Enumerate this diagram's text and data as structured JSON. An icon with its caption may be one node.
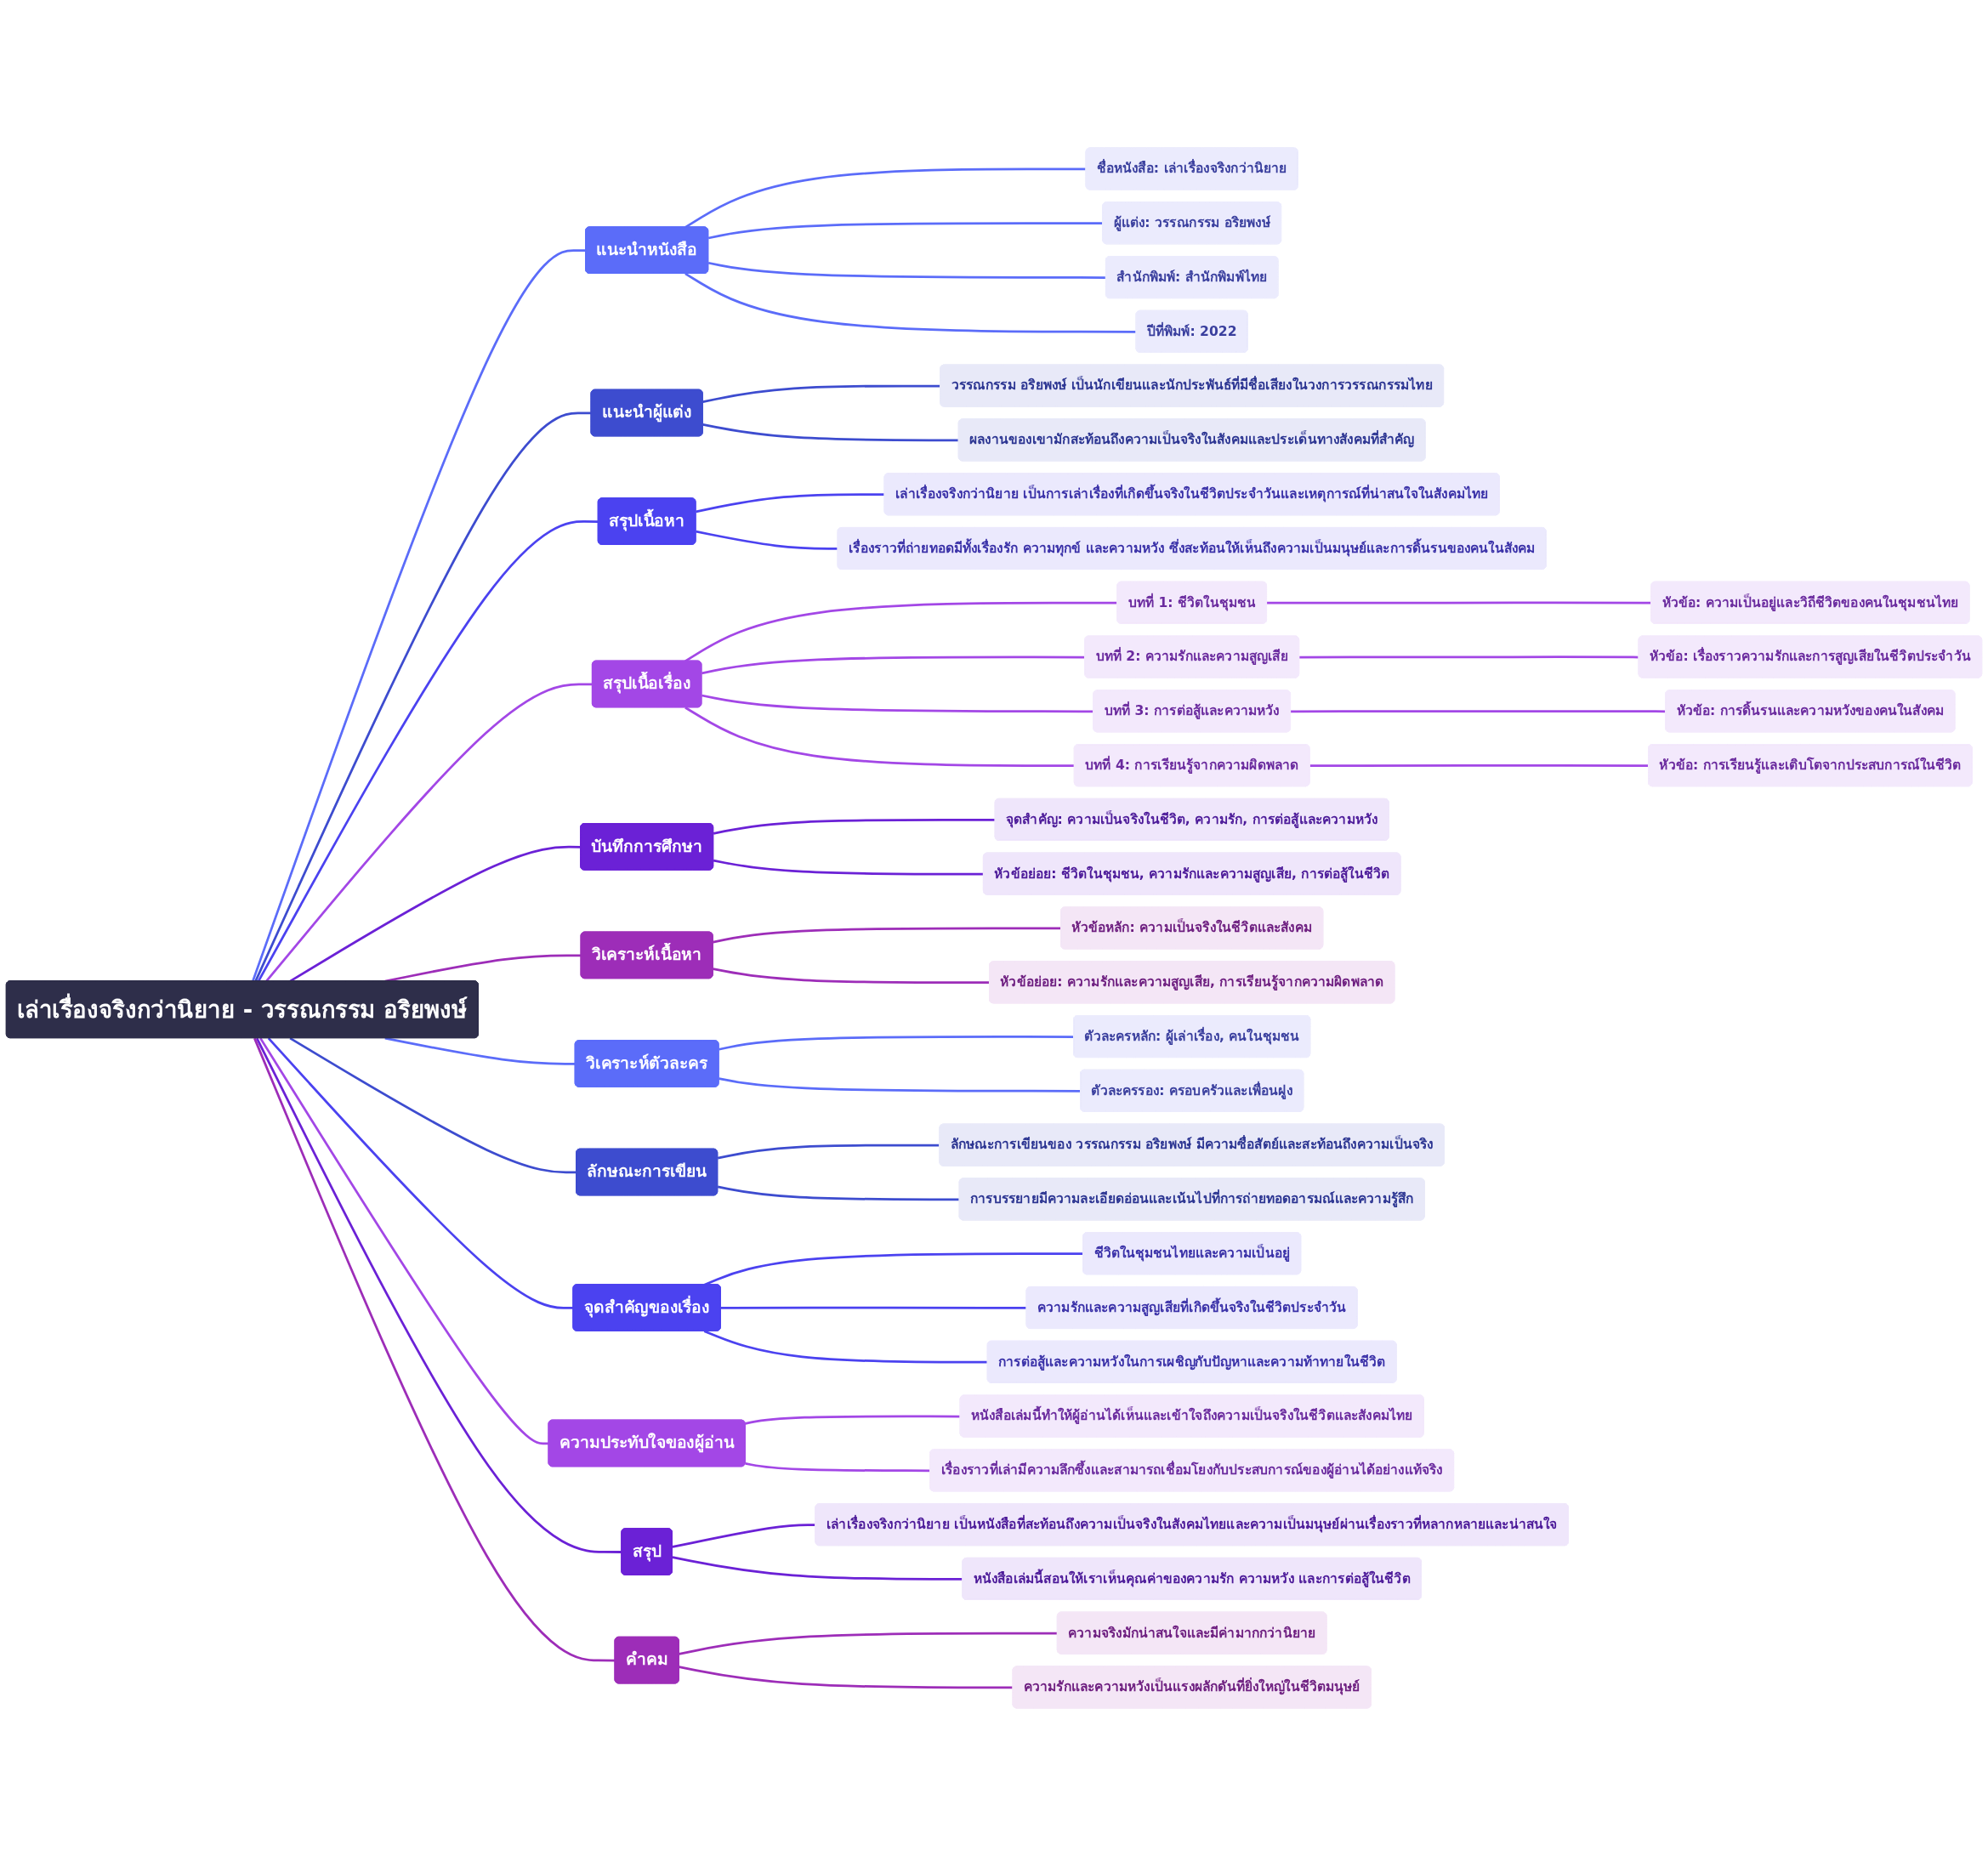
{
  "diagram": {
    "nodes": [
      {
        "text": [
          "เล่าเรื่องจริงกว่านิยาย - วรรณกรรม อริยพงษ์"
        ]
      },
      {
        "text": [
          "แนะนำหนังสือ"
        ]
      },
      {
        "text": [
          "ชื่อหนังสือ: เล่าเรื่องจริงกว่านิยาย"
        ]
      },
      {
        "text": [
          "ผู้แต่ง: วรรณกรรม อริยพงษ์"
        ]
      },
      {
        "text": [
          "สำนักพิมพ์: สำนักพิมพ์ไทย"
        ]
      },
      {
        "text": [
          "ปีที่พิมพ์: 2022"
        ]
      },
      {
        "text": [
          "แนะนำผู้แต่ง"
        ]
      },
      {
        "text": [
          "วรรณกรรม อริยพงษ์ เป็นนักเขียนและนักประพันธ์ที่มีชื่อเสียงในวงการวรรณกรรมไทย"
        ]
      },
      {
        "text": [
          "ผลงานของเขามักสะท้อนถึงความเป็นจริงในสังคมและประเด็นทางสังคมที่สำคัญ"
        ]
      },
      {
        "text": [
          "สรุปเนื้อหา"
        ]
      },
      {
        "text": [
          "เล่าเรื่องจริงกว่านิยาย เป็นการเล่าเรื่องที่เกิดขึ้นจริงในชีวิตประจำวันและเหตุการณ์ที่น่าสนใจในสังคมไทย"
        ]
      },
      {
        "text": [
          "เรื่องราวที่ถ่ายทอดมีทั้งเรื่องรัก ความทุกข์ และความหวัง ซึ่งสะท้อนให้เห็นถึงความเป็นมนุษย์และการดิ้นรนของคนในสังคม"
        ]
      },
      {
        "text": [
          "สรุปเนื้อเรื่อง"
        ]
      },
      {
        "text": [
          "บทที่ 1: ชีวิตในชุมชน"
        ]
      },
      {
        "text": [
          "หัวข้อ: ความเป็นอยู่และวิถีชีวิตของคนในชุมชนไทย"
        ]
      },
      {
        "text": [
          "บทที่ 2: ความรักและความสูญเสีย"
        ]
      },
      {
        "text": [
          "หัวข้อ: เรื่องราวความรักและการสูญเสียในชีวิตประจำวัน"
        ]
      },
      {
        "text": [
          "บทที่ 3: การต่อสู้และความหวัง"
        ]
      },
      {
        "text": [
          "หัวข้อ: การดิ้นรนและความหวังของคนในสังคม"
        ]
      },
      {
        "text": [
          "บทที่ 4: การเรียนรู้จากความผิดพลาด"
        ]
      },
      {
        "text": [
          "หัวข้อ: การเรียนรู้และเติบโตจากประสบการณ์ในชีวิต"
        ]
      },
      {
        "text": [
          "บันทึกการศึกษา"
        ]
      },
      {
        "text": [
          "จุดสำคัญ: ความเป็นจริงในชีวิต, ความรัก, การต่อสู้และความหวัง"
        ]
      },
      {
        "text": [
          "หัวข้อย่อย: ชีวิตในชุมชน, ความรักและความสูญเสีย, การต่อสู้ในชีวิต"
        ]
      },
      {
        "text": [
          "วิเคราะห์เนื้อหา"
        ]
      },
      {
        "text": [
          "หัวข้อหลัก: ความเป็นจริงในชีวิตและสังคม"
        ]
      },
      {
        "text": [
          "หัวข้อย่อย: ความรักและความสูญเสีย, การเรียนรู้จากความผิดพลาด"
        ]
      },
      {
        "text": [
          "วิเคราะห์ตัวละคร"
        ]
      },
      {
        "text": [
          "ตัวละครหลัก: ผู้เล่าเรื่อง, คนในชุมชน"
        ]
      },
      {
        "text": [
          "ตัวละครรอง: ครอบครัวและเพื่อนฝูง"
        ]
      },
      {
        "text": [
          "ลักษณะการเขียน"
        ]
      },
      {
        "text": [
          "ลักษณะการเขียนของ วรรณกรรม อริยพงษ์ มีความซื่อสัตย์และสะท้อนถึงความเป็นจริง"
        ]
      },
      {
        "text": [
          "การบรรยายมีความละเอียดอ่อนและเน้นไปที่การถ่ายทอดอารมณ์และความรู้สึก"
        ]
      },
      {
        "text": [
          "จุดสำคัญของเรื่อง"
        ]
      },
      {
        "text": [
          "ชีวิตในชุมชนไทยและความเป็นอยู่"
        ]
      },
      {
        "text": [
          "ความรักและความสูญเสียที่เกิดขึ้นจริงในชีวิตประจำวัน"
        ]
      },
      {
        "text": [
          "การต่อสู้และความหวังในการเผชิญกับปัญหาและความท้าทายในชีวิต"
        ]
      },
      {
        "text": [
          "ความประทับใจของผู้อ่าน"
        ]
      },
      {
        "text": [
          "หนังสือเล่มนี้ทำให้ผู้อ่านได้เห็นและเข้าใจถึงความเป็นจริงในชีวิตและสังคมไทย"
        ]
      },
      {
        "text": [
          "เรื่องราวที่เล่ามีความลึกซึ้งและสามารถเชื่อมโยงกับประสบการณ์ของผู้อ่านได้อย่างแท้จริง"
        ]
      },
      {
        "text": [
          "สรุป"
        ]
      },
      {
        "text": [
          "เล่าเรื่องจริงกว่านิยาย เป็นหนังสือที่สะท้อนถึงความเป็นจริงในสังคมไทยและความเป็นมนุษย์ผ่านเรื่องราวที่หลากหลายและน่าสนใจ"
        ]
      },
      {
        "text": [
          "หนังสือเล่มนี้สอนให้เราเห็นคุณค่าของความรัก ความหวัง และการต่อสู้ในชีวิต"
        ]
      },
      {
        "text": [
          "คำคม"
        ]
      },
      {
        "text": [
          "ความจริงมักน่าสนใจและมีค่ามากกว่านิยาย"
        ]
      },
      {
        "text": [
          "ความรักและความหวังเป็นแรงผลักดันที่ยิ่งใหญ่ในชีวิตมนุษย์"
        ]
      }
    ],
    "edges": [
      {
        "from": 0,
        "to": 1,
        "arrow": "none",
        "color": "#5b6cf9"
      },
      {
        "from": 1,
        "to": 2,
        "arrow": "none",
        "color": "#5b6cf9"
      },
      {
        "from": 1,
        "to": 3,
        "arrow": "none",
        "color": "#5b6cf9"
      },
      {
        "from": 1,
        "to": 4,
        "arrow": "none",
        "color": "#5b6cf9"
      },
      {
        "from": 1,
        "to": 5,
        "arrow": "none",
        "color": "#5b6cf9"
      },
      {
        "from": 0,
        "to": 6,
        "arrow": "none",
        "color": "#3d4ccf"
      },
      {
        "from": 6,
        "to": 7,
        "arrow": "none",
        "color": "#3d4ccf"
      },
      {
        "from": 6,
        "to": 8,
        "arrow": "none",
        "color": "#3d4ccf"
      },
      {
        "from": 0,
        "to": 9,
        "arrow": "none",
        "color": "#4b42f0"
      },
      {
        "from": 9,
        "to": 10,
        "arrow": "none",
        "color": "#4b42f0"
      },
      {
        "from": 9,
        "to": 11,
        "arrow": "none",
        "color": "#4b42f0"
      },
      {
        "from": 0,
        "to": 12,
        "arrow": "none",
        "color": "#a347e6"
      },
      {
        "from": 12,
        "to": 13,
        "arrow": "none",
        "color": "#a347e6"
      },
      {
        "from": 13,
        "to": 14,
        "arrow": "none",
        "color": "#a347e6"
      },
      {
        "from": 12,
        "to": 15,
        "arrow": "none",
        "color": "#a347e6"
      },
      {
        "from": 15,
        "to": 16,
        "arrow": "none",
        "color": "#a347e6"
      },
      {
        "from": 12,
        "to": 17,
        "arrow": "none",
        "color": "#a347e6"
      },
      {
        "from": 17,
        "to": 18,
        "arrow": "none",
        "color": "#a347e6"
      },
      {
        "from": 12,
        "to": 19,
        "arrow": "none",
        "color": "#a347e6"
      },
      {
        "from": 19,
        "to": 20,
        "arrow": "none",
        "color": "#a347e6"
      },
      {
        "from": 0,
        "to": 21,
        "arrow": "none",
        "color": "#6b21d6"
      },
      {
        "from": 21,
        "to": 22,
        "arrow": "none",
        "color": "#6b21d6"
      },
      {
        "from": 21,
        "to": 23,
        "arrow": "none",
        "color": "#6b21d6"
      },
      {
        "from": 0,
        "to": 24,
        "arrow": "none",
        "color": "#9d2db8"
      },
      {
        "from": 24,
        "to": 25,
        "arrow": "none",
        "color": "#9d2db8"
      },
      {
        "from": 24,
        "to": 26,
        "arrow": "none",
        "color": "#9d2db8"
      },
      {
        "from": 0,
        "to": 27,
        "arrow": "none",
        "color": "#5b6cf9"
      },
      {
        "from": 27,
        "to": 28,
        "arrow": "none",
        "color": "#5b6cf9"
      },
      {
        "from": 27,
        "to": 29,
        "arrow": "none",
        "color": "#5b6cf9"
      },
      {
        "from": 0,
        "to": 30,
        "arrow": "none",
        "color": "#3d4ccf"
      },
      {
        "from": 30,
        "to": 31,
        "arrow": "none",
        "color": "#3d4ccf"
      },
      {
        "from": 30,
        "to": 32,
        "arrow": "none",
        "color": "#3d4ccf"
      },
      {
        "from": 0,
        "to": 33,
        "arrow": "none",
        "color": "#4b42f0"
      },
      {
        "from": 33,
        "to": 34,
        "arrow": "none",
        "color": "#4b42f0"
      },
      {
        "from": 33,
        "to": 35,
        "arrow": "none",
        "color": "#4b42f0"
      },
      {
        "from": 33,
        "to": 36,
        "arrow": "none",
        "color": "#4b42f0"
      },
      {
        "from": 0,
        "to": 37,
        "arrow": "none",
        "color": "#a347e6"
      },
      {
        "from": 37,
        "to": 38,
        "arrow": "none",
        "color": "#a347e6"
      },
      {
        "from": 37,
        "to": 39,
        "arrow": "none",
        "color": "#a347e6"
      },
      {
        "from": 0,
        "to": 40,
        "arrow": "none",
        "color": "#6b21d6"
      },
      {
        "from": 40,
        "to": 41,
        "arrow": "none",
        "color": "#6b21d6"
      },
      {
        "from": 40,
        "to": 42,
        "arrow": "none",
        "color": "#6b21d6"
      },
      {
        "from": 0,
        "to": 43,
        "arrow": "none",
        "color": "#9d2db8"
      },
      {
        "from": 43,
        "to": 44,
        "arrow": "none",
        "color": "#9d2db8"
      },
      {
        "from": 43,
        "to": 45,
        "arrow": "none",
        "color": "#9d2db8"
      }
    ]
  }
}
